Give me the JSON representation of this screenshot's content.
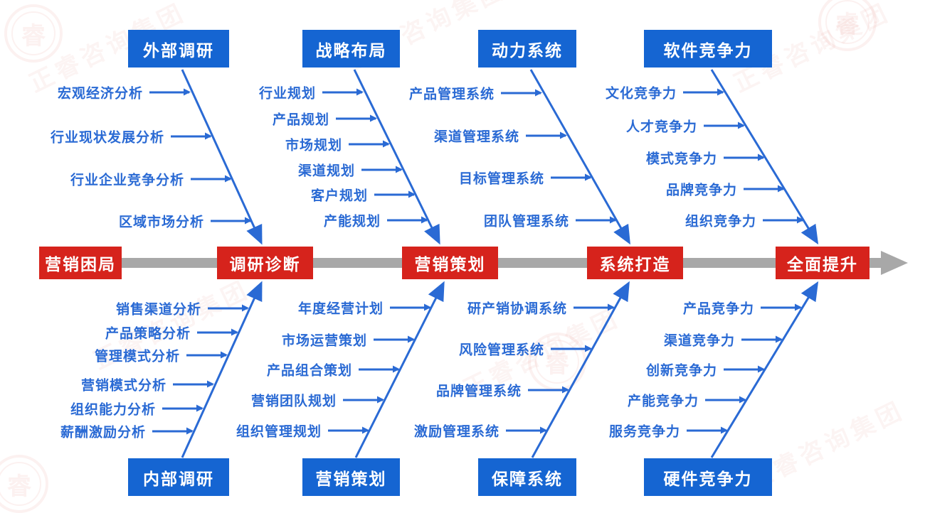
{
  "watermark": {
    "text": "正睿咨询集团",
    "seal_char": "睿"
  },
  "colors": {
    "red": "#d6231c",
    "blue": "#1565d2",
    "blue_text": "#2a6ad4",
    "spine_gray": "#a8a8a8"
  },
  "spine": {
    "nodes": [
      {
        "label": "营销困局"
      },
      {
        "label": "调研诊断"
      },
      {
        "label": "营销策划"
      },
      {
        "label": "系统打造"
      },
      {
        "label": "全面提升"
      }
    ]
  },
  "branches": {
    "top": [
      {
        "header": "外部调研",
        "items": [
          "宏观经济分析",
          "行业现状发展分析",
          "行业企业竞争分析",
          "区域市场分析"
        ]
      },
      {
        "header": "战略布局",
        "items": [
          "行业规划",
          "产品规划",
          "市场规划",
          "渠道规划",
          "客户规划",
          "产能规划"
        ]
      },
      {
        "header": "动力系统",
        "items": [
          "产品管理系统",
          "渠道管理系统",
          "目标管理系统",
          "团队管理系统"
        ]
      },
      {
        "header": "软件竞争力",
        "items": [
          "文化竞争力",
          "人才竞争力",
          "模式竞争力",
          "品牌竞争力",
          "组织竞争力"
        ]
      }
    ],
    "bottom": [
      {
        "header": "内部调研",
        "items": [
          "销售渠道分析",
          "产品策略分析",
          "管理模式分析",
          "营销模式分析",
          "组织能力分析",
          "薪酬激励分析"
        ]
      },
      {
        "header": "营销策划",
        "items": [
          "年度经营计划",
          "市场运营策划",
          "产品组合策划",
          "营销团队规划",
          "组织管理规划"
        ]
      },
      {
        "header": "保障系统",
        "items": [
          "研产销协调系统",
          "风险管理系统",
          "品牌管理系统",
          "激励管理系统"
        ]
      },
      {
        "header": "硬件竞争力",
        "items": [
          "产品竞争力",
          "渠道竞争力",
          "创新竞争力",
          "产能竞争力",
          "服务竞争力"
        ]
      }
    ]
  }
}
